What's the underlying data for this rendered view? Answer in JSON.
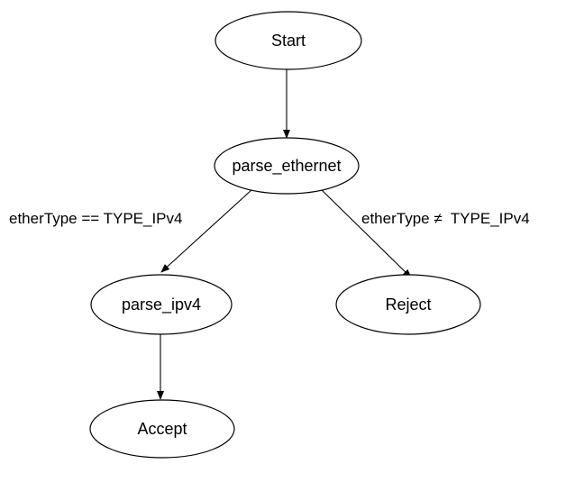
{
  "nodes": {
    "start": "Start",
    "parse_ethernet": "parse_ethernet",
    "parse_ipv4": "parse_ipv4",
    "reject": "Reject",
    "accept": "Accept"
  },
  "edges": [
    {
      "from": "start",
      "to": "parse_ethernet",
      "label": ""
    },
    {
      "from": "parse_ethernet",
      "to": "parse_ipv4",
      "label": "etherType == TYPE_IPv4"
    },
    {
      "from": "parse_ethernet",
      "to": "reject",
      "label": "etherType ≠  TYPE_IPv4"
    },
    {
      "from": "parse_ipv4",
      "to": "accept",
      "label": ""
    }
  ],
  "colors": {
    "stroke": "#000000",
    "fill": "#ffffff",
    "text": "#000000"
  }
}
